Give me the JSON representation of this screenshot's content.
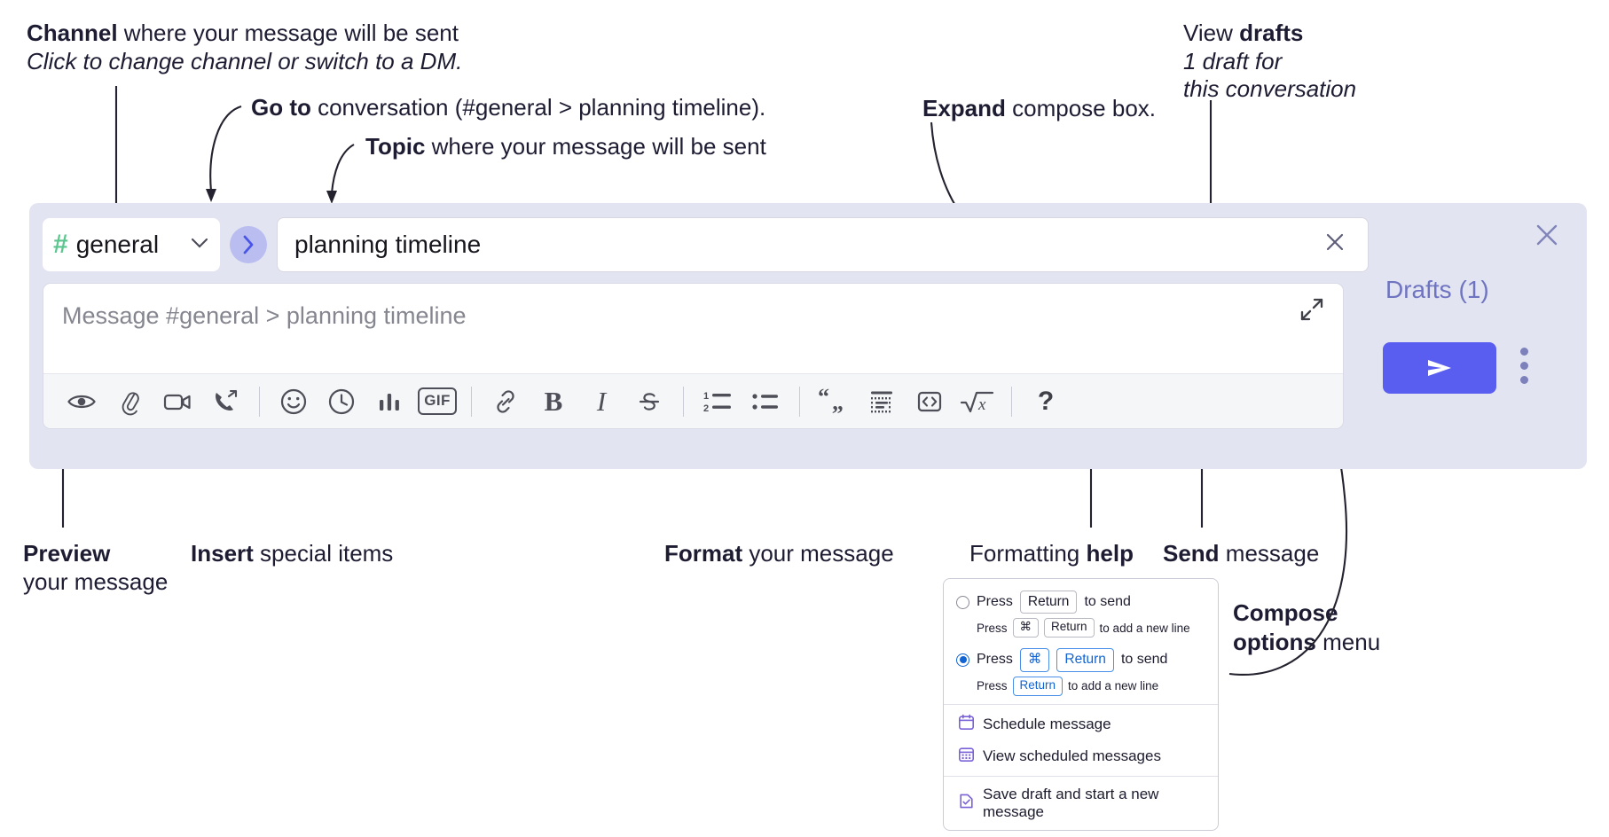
{
  "annotations": {
    "channel": {
      "strong": "Channel",
      "rest": " where your message will be sent",
      "sub": "Click to change channel or switch to a DM."
    },
    "goto": {
      "strong": "Go to",
      "rest": " conversation (#general > planning timeline)."
    },
    "topic": {
      "strong": "Topic",
      "rest": " where your message will be sent"
    },
    "expand": {
      "strong": "Expand",
      "rest": " compose box."
    },
    "drafts": {
      "line1_plain": "View ",
      "line1_strong": "drafts",
      "line2": "1 draft for",
      "line3": "this conversation"
    },
    "preview": {
      "strong": "Preview",
      "rest": "your message"
    },
    "insert": {
      "strong": "Insert",
      "rest": " special items"
    },
    "format": {
      "strong": "Format",
      "rest": " your message"
    },
    "help": {
      "plain": "Formatting ",
      "strong": "help"
    },
    "send": {
      "strong": "Send",
      "rest": " message"
    },
    "compose_options": {
      "strong": "Compose options",
      "rest": "menu"
    }
  },
  "compose": {
    "channel_name": "general",
    "hash_symbol": "#",
    "chevron": "⌄",
    "goto_arrow": "›",
    "topic_value": "planning timeline",
    "message_placeholder": "Message #general > planning timeline",
    "drafts_label": "Drafts (1)",
    "toolbar_group_insert": [
      {
        "name": "preview-eye-icon",
        "label": "Preview"
      },
      {
        "name": "attachment-paperclip-icon",
        "label": "Attach file"
      },
      {
        "name": "video-camera-icon",
        "label": "Record video clip"
      },
      {
        "name": "phone-forward-icon",
        "label": "Record audio clip"
      }
    ],
    "toolbar_group_special": [
      {
        "name": "emoji-smiley-icon",
        "label": "Emoji"
      },
      {
        "name": "clock-icon",
        "label": "Reminder"
      },
      {
        "name": "poll-bars-icon",
        "label": "Poll"
      },
      {
        "name": "gif-icon",
        "label": "GIF"
      }
    ],
    "toolbar_group_format": [
      {
        "name": "link-icon",
        "label": "Link"
      },
      {
        "name": "bold-icon",
        "label": "B"
      },
      {
        "name": "italic-icon",
        "label": "I"
      },
      {
        "name": "strikethrough-icon",
        "label": "Strikethrough"
      }
    ],
    "toolbar_group_lists": [
      {
        "name": "ordered-list-icon",
        "label": "Ordered list"
      },
      {
        "name": "bulleted-list-icon",
        "label": "Bulleted list"
      }
    ],
    "toolbar_group_blocks": [
      {
        "name": "blockquote-icon",
        "label": "Blockquote"
      },
      {
        "name": "code-block-icon",
        "label": "Code block"
      },
      {
        "name": "inline-code-icon",
        "label": "Code"
      },
      {
        "name": "math-sqrt-icon",
        "label": "Math"
      }
    ],
    "help_glyph": "?",
    "gif_label": "GIF",
    "bold_label": "B",
    "italic_label": "I"
  },
  "popup": {
    "option1": {
      "press": "Press",
      "key": "Return",
      "tail": "to send",
      "sub_press": "Press",
      "sub_key1": "⌘",
      "sub_key2": "Return",
      "sub_tail": "to add a new line",
      "selected": false
    },
    "option2": {
      "press": "Press",
      "key1": "⌘",
      "key2": "Return",
      "tail": "to send",
      "sub_press": "Press",
      "sub_key": "Return",
      "sub_tail": "to add a new line",
      "selected": true
    },
    "items": [
      {
        "name": "schedule-message",
        "icon": "calendar-icon",
        "label": "Schedule message"
      },
      {
        "name": "view-scheduled-messages",
        "icon": "calendar-grid-icon",
        "label": "View scheduled messages"
      },
      {
        "name": "save-draft-new-message",
        "icon": "document-check-icon",
        "label": "Save draft and start a new message"
      }
    ]
  },
  "colors": {
    "compose_bg": "#e3e4f2",
    "send_button": "#5a5ef0",
    "hash_green": "#5cc68f",
    "drafts_text": "#6f74c0",
    "accent_blue": "#1264d3"
  }
}
